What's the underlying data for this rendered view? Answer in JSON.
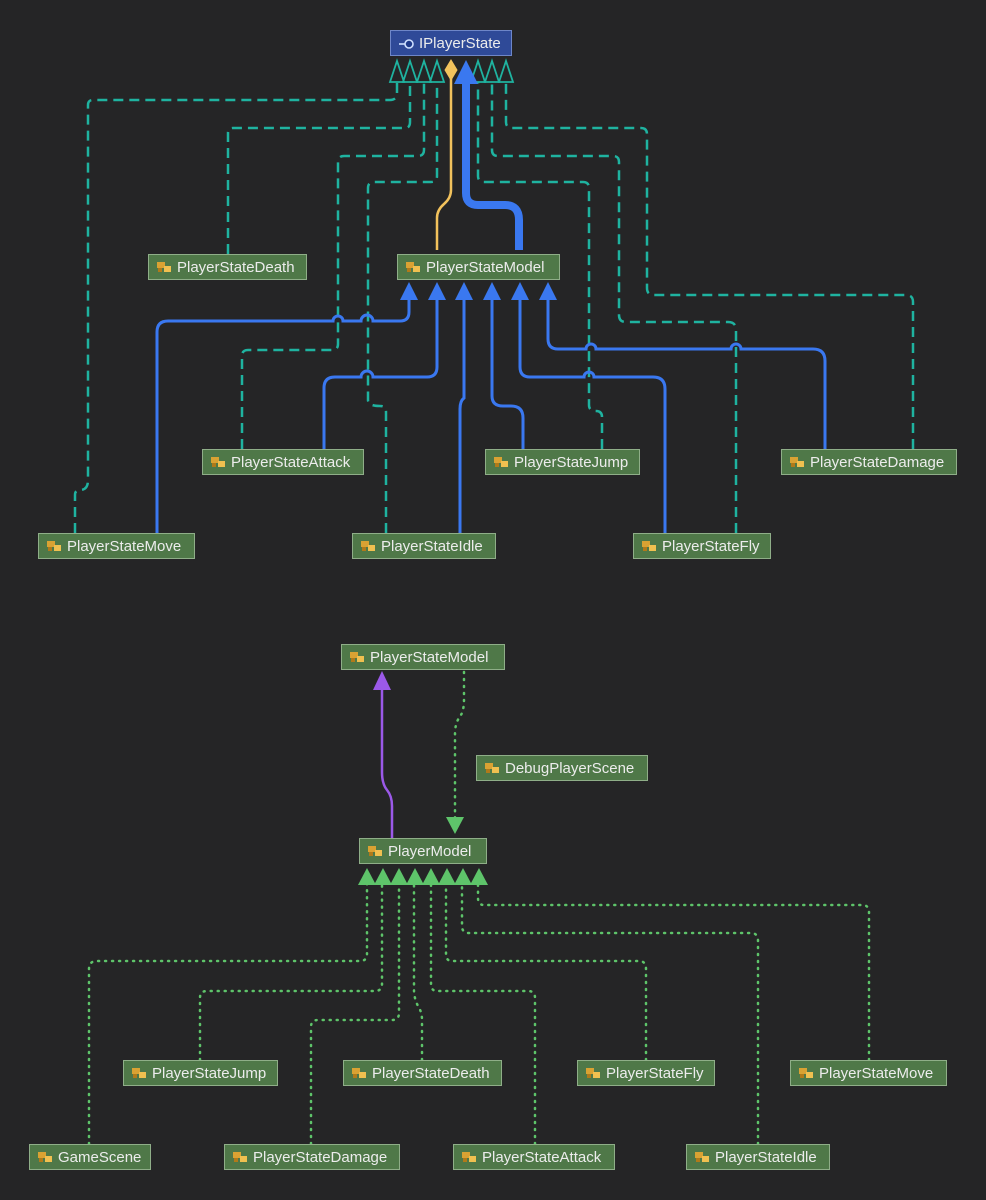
{
  "colors": {
    "background": "#252526",
    "class_fill": "#4f7848",
    "interface_fill": "#2f4a98",
    "realization": "#1fb3a0",
    "inheritance": "#3a78f0",
    "composition": "#f2c25c",
    "association": "#9b59e8",
    "dependency": "#5ec46a"
  },
  "diagram1": {
    "interface": {
      "label": "IPlayerState",
      "icon": "interface-icon"
    },
    "model": "PlayerStateModel",
    "classes": {
      "death": "PlayerStateDeath",
      "attack": "PlayerStateAttack",
      "jump": "PlayerStateJump",
      "damage": "PlayerStateDamage",
      "move": "PlayerStateMove",
      "idle": "PlayerStateIdle",
      "fly": "PlayerStateFly"
    }
  },
  "diagram2": {
    "model": "PlayerStateModel",
    "debug_scene": "DebugPlayerScene",
    "player_model": "PlayerModel",
    "classes": {
      "jump": "PlayerStateJump",
      "death": "PlayerStateDeath",
      "fly": "PlayerStateFly",
      "move": "PlayerStateMove",
      "game_scene": "GameScene",
      "damage": "PlayerStateDamage",
      "attack": "PlayerStateAttack",
      "idle": "PlayerStateIdle"
    }
  }
}
